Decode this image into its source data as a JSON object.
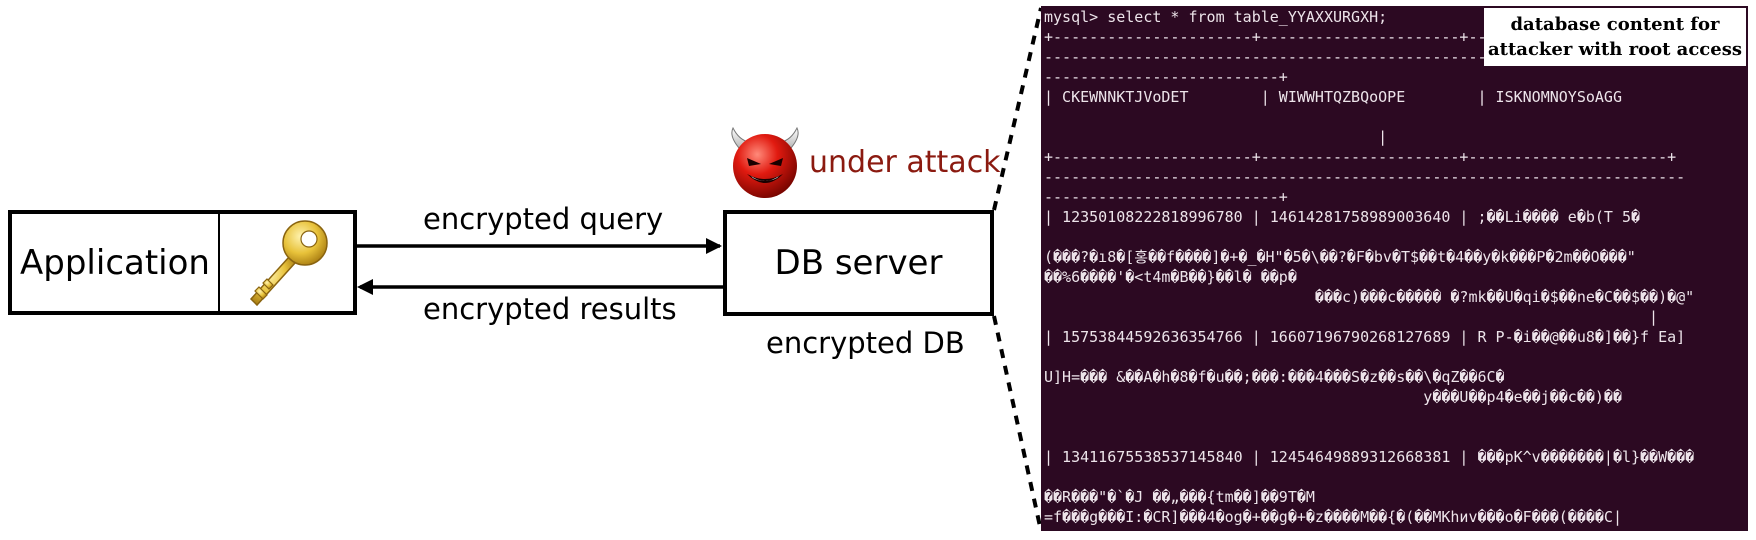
{
  "diagram": {
    "application_label": "Application",
    "db_server_label": "DB server",
    "encrypted_query_label": "encrypted query",
    "encrypted_results_label": "encrypted results",
    "encrypted_db_label": "encrypted DB",
    "under_attack_label": "under attack",
    "key_icon": "key-icon",
    "devil_icon": "devil-icon",
    "colors": {
      "attack_text": "#8b1a10",
      "terminal_bg": "#2c0922",
      "terminal_text": "#ede4ea",
      "key_gold": "#e8c23a"
    }
  },
  "terminal": {
    "callout_line1": "database content for",
    "callout_line2": "attacker with root access",
    "lines": [
      "mysql> select * from table_YYAXXURGXH;",
      "+----------------------+----------------------+--------------------",
      "-----------------------------------------------------------------------",
      "--------------------------+",
      "| CKEWNNKTJVoDET        | WIWWHTQZBQoOPE        | ISKNOMNOYSoAGG",
      "",
      "                                     |",
      "+----------------------+----------------------+----------------------+",
      "-----------------------------------------------------------------------",
      "--------------------------+",
      "| 12350108222818996780 | 14614281758989003640 | ;��Li���� e�b(T 5�",
      "",
      "(���?�ı8�[홍��f����]�+�_�H\"�5�\\��?�F�bv�T$��t�4��y�k���P�2m��O���\"",
      "��%6����'�<t4m�B��}��l� ��p�",
      "                              ���c)���c����� �?mk��U�qi�$��ne�C��$��)�@\"",
      "                                                                   |",
      "| 15753844592636354766 | 16607196790268127689 | R P-�i��@��u8�]��}f Ea]",
      "",
      "U]H=��� &��A�h�8�f�u��;���:���4���S�z��s��\\�qZ��6C�",
      "                                          y���U��p4�e��j��c��)��",
      "",
      "",
      "| 13411675538537145840 | 12454649889312668381 | ���pK^v�������|�l}��W���",
      "",
      "��R���\"�`�J ��„���{tm��]��9T�M",
      "=f���g���I:�CR]���4�og�+��g�+�z����M��{�(��MKhиv���o�F���(����C|"
    ]
  }
}
